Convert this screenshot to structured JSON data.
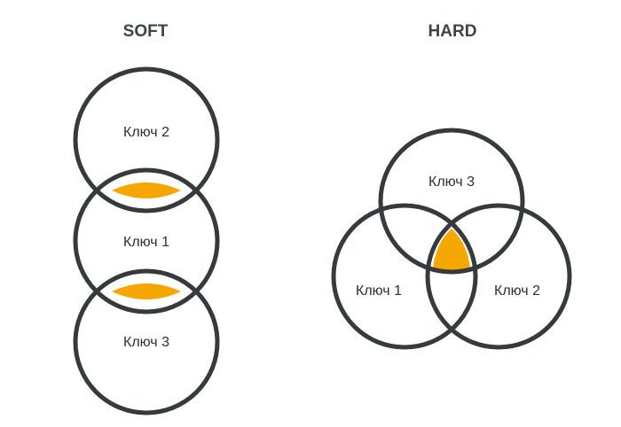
{
  "panels": {
    "soft": {
      "title": "SOFT",
      "keys": [
        "Ключ 2",
        "Ключ 1",
        "Ключ 3"
      ]
    },
    "hard": {
      "title": "HARD",
      "keys": [
        "Ключ 3",
        "Ключ 1",
        "Ключ 2"
      ]
    }
  },
  "colors": {
    "outline": "#353a3d",
    "highlight": "#f5a700",
    "title": "#3d4448"
  }
}
